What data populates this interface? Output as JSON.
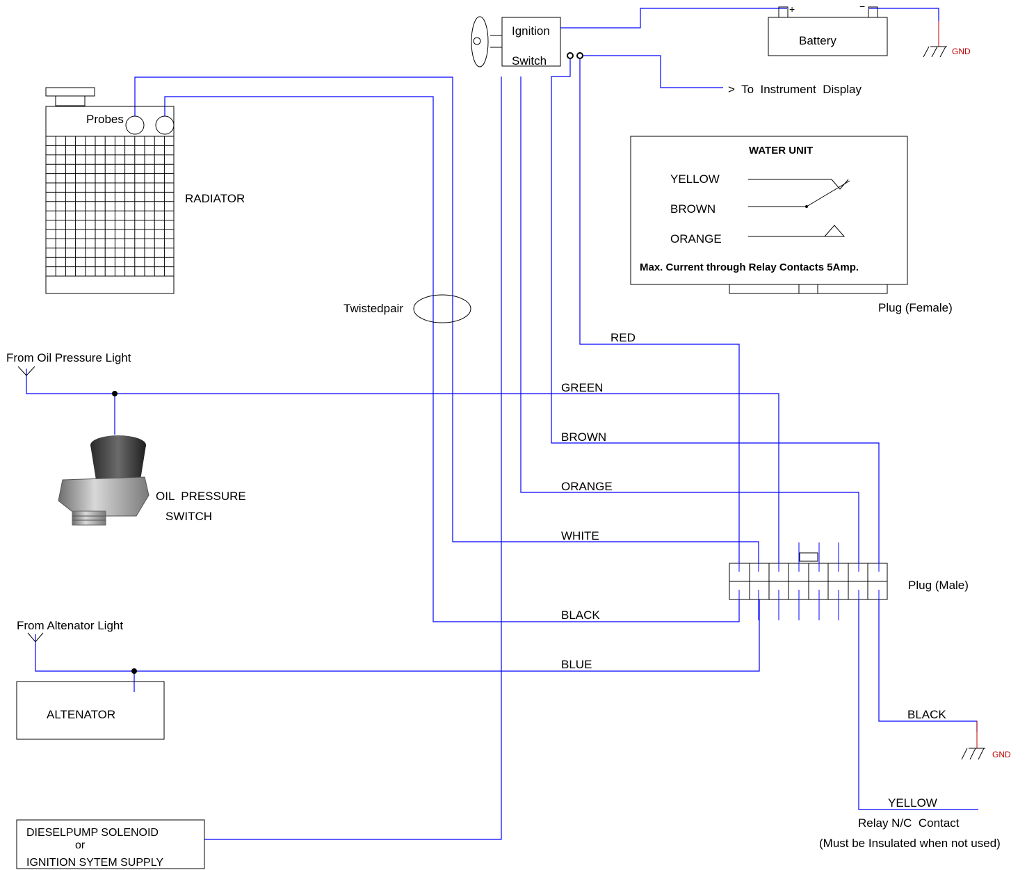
{
  "labels": {
    "ignition_top": "Ignition",
    "ignition_bottom": "Switch",
    "battery": "Battery",
    "battery_plus": "+",
    "battery_minus": "−",
    "gnd": "GND",
    "instrument": ">  To  Instrument  Display",
    "probes": "Probes",
    "radiator": "RADIATOR",
    "twisted_pair": "Twistedpair",
    "oil_light": "From Oil Pressure Light",
    "oil_switch_1": "OIL  PRESSURE",
    "oil_switch_2": "SWITCH",
    "alt_light": "From Altenator Light",
    "altenator": "ALTENATOR",
    "diesel_1": "DIESELPUMP SOLENOID",
    "diesel_2": "or",
    "diesel_3": "IGNITION SYTEM SUPPLY",
    "plug_female": "Plug (Female)",
    "plug_male": "Plug (Male)",
    "relay_nc": "Relay N/C  Contact",
    "relay_note": "(Must be Insulated when not used)"
  },
  "water_unit": {
    "title": "WATER UNIT",
    "rows": [
      "YELLOW",
      "BROWN",
      "ORANGE"
    ],
    "note": "Max. Current through Relay Contacts 5Amp."
  },
  "wires": {
    "red": "RED",
    "green": "GREEN",
    "brown": "BROWN",
    "orange": "ORANGE",
    "white": "WHITE",
    "black": "BLACK",
    "blue": "BLUE",
    "black_gnd": "BLACK",
    "yellow": "YELLOW"
  },
  "colors": {
    "wire": "#0000ff",
    "ground": "#c00000",
    "outline": "#000000"
  }
}
